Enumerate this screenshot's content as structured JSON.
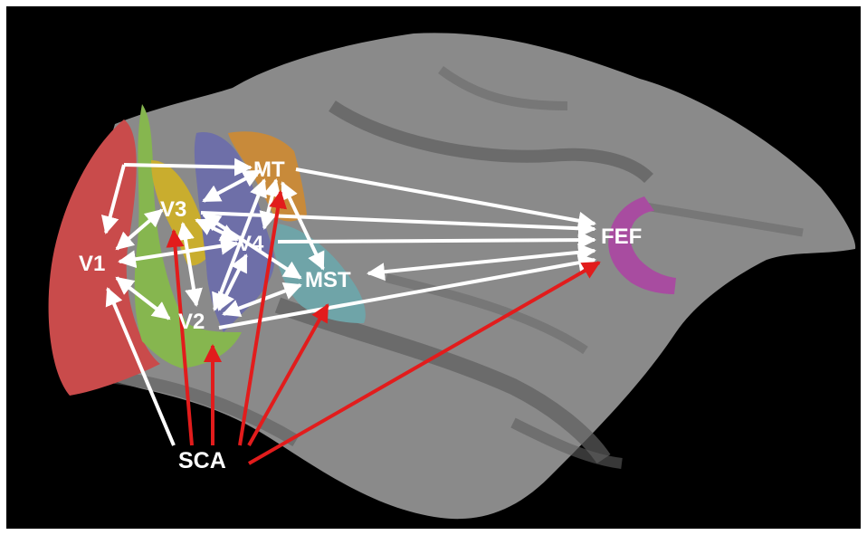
{
  "colors": {
    "background": "#000000",
    "cortex": "#8a8a8a",
    "cortex_dark": "#5e5e5e",
    "v1": "#c94b4b",
    "v2": "#86b64f",
    "v3": "#c9ad2e",
    "v4": "#6e6fa8",
    "mt": "#c88a3a",
    "mst": "#6fa4a8",
    "fef": "#a84ca0",
    "white_arrow": "#ffffff",
    "red_arrow": "#e21c1c"
  },
  "nodes": {
    "v1": "V1",
    "v2": "V2",
    "v3": "V3",
    "v4": "V4",
    "mt": "MT",
    "mst": "MST",
    "fef": "FEF",
    "sca": "SCA"
  },
  "connections": {
    "white_bidirectional": [
      [
        "V1",
        "V3"
      ],
      [
        "V1",
        "V4"
      ],
      [
        "V1",
        "V2"
      ],
      [
        "V2",
        "V3"
      ],
      [
        "V2",
        "V4"
      ],
      [
        "V3",
        "V4"
      ],
      [
        "V3",
        "MT"
      ],
      [
        "V4",
        "MT"
      ],
      [
        "V2",
        "MT"
      ],
      [
        "MT",
        "MST"
      ],
      [
        "MST",
        "FEF"
      ]
    ],
    "white_to_fef": [
      "MT",
      "V3",
      "V4",
      "V2"
    ],
    "white_from_v1": [
      "MT",
      "MST"
    ],
    "white_from_sca": [
      "V1"
    ],
    "red_from_sca": [
      "V3",
      "V2",
      "MT",
      "MST",
      "FEF"
    ]
  }
}
